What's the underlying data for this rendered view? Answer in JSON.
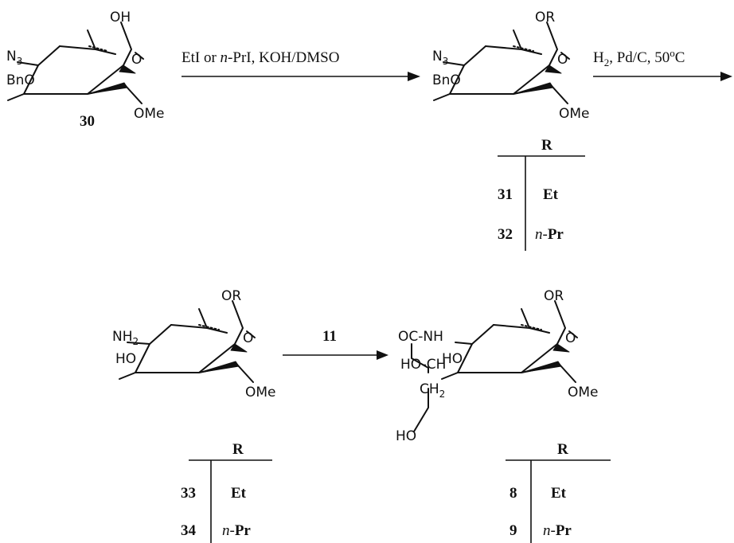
{
  "scheme": {
    "reagent1": "EtI or n-PrI, KOH/DMSO",
    "reagent1_parts": {
      "a": "EtI or ",
      "n": "n",
      "b": "-PrI, KOH/DMSO"
    },
    "reagent2_parts": {
      "a": "H",
      "sub": "2",
      "b": ", Pd/C, 50",
      "sup": "o",
      "c": "C"
    },
    "reagent3": "11",
    "compound30": {
      "number": "30",
      "labels": {
        "oh": "OH",
        "ring_o": "O",
        "n3": "N",
        "n3_sub": "3",
        "bno": "BnO",
        "ome": "OMe"
      }
    },
    "compound31_32": {
      "labels": {
        "or": "OR",
        "ring_o": "O",
        "n3": "N",
        "n3_sub": "3",
        "bno": "BnO",
        "ome": "OMe"
      },
      "table": {
        "header": "R",
        "rows": [
          {
            "id": "31",
            "r_prefix": "",
            "r": "Et"
          },
          {
            "id": "32",
            "r_prefix": "n-",
            "r": "Pr"
          }
        ]
      }
    },
    "compound33_34": {
      "labels": {
        "or": "OR",
        "ring_o": "O",
        "nh": "NH",
        "nh_sub": "2",
        "ho": "HO",
        "ome": "OMe"
      },
      "table": {
        "header": "R",
        "rows": [
          {
            "id": "33",
            "r_prefix": "",
            "r": "Et"
          },
          {
            "id": "34",
            "r_prefix": "n-",
            "r": "Pr"
          }
        ]
      }
    },
    "compound8_9": {
      "labels": {
        "ocnh": "OC-NH",
        "ho_ch": "HO-CH",
        "ch2": "CH",
        "ch2_sub": "2",
        "ho_end": "HO",
        "ho_ring": "HO",
        "or": "OR",
        "ring_o": "O",
        "ome": "OMe"
      },
      "table": {
        "header": "R",
        "rows": [
          {
            "id": "8",
            "r_prefix": "",
            "r": "Et"
          },
          {
            "id": "9",
            "r_prefix": "n-",
            "r": "Pr"
          }
        ]
      }
    }
  }
}
